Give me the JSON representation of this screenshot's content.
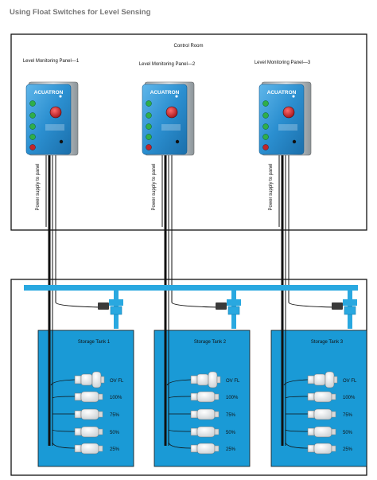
{
  "header": {
    "title": "Using Float Switches for Level Sensing"
  },
  "control_room": {
    "label": "Control Room",
    "panels": [
      {
        "label": "Level Monitoring Panel—1",
        "brand": "ACUATRON",
        "supply_label": "Power supply to panel"
      },
      {
        "label": "Level Monitoring Panel—2",
        "brand": "ACUATRON",
        "supply_label": "Power supply to panel"
      },
      {
        "label": "Level Monitoring Panel—3",
        "brand": "ACUATRON",
        "supply_label": "Power supply to panel"
      }
    ],
    "indicator_colors": [
      "#2fae4a",
      "#2fae4a",
      "#2fae4a",
      "#2fae4a",
      "#c0252b"
    ]
  },
  "tanks": [
    {
      "label": "Storage Tank 1",
      "levels": [
        "OV FL",
        "100%",
        "75%",
        "50%",
        "25%"
      ]
    },
    {
      "label": "Storage Tank 2",
      "levels": [
        "OV FL",
        "100%",
        "75%",
        "50%",
        "25%"
      ]
    },
    {
      "label": "Storage Tank 3",
      "levels": [
        "OV FL",
        "100%",
        "75%",
        "50%",
        "25%"
      ]
    }
  ],
  "colors": {
    "tank_fill": "#1a9ad6",
    "pipe": "#29a8e0",
    "panel_body": "#2b8fd0",
    "cable": "#111111"
  }
}
